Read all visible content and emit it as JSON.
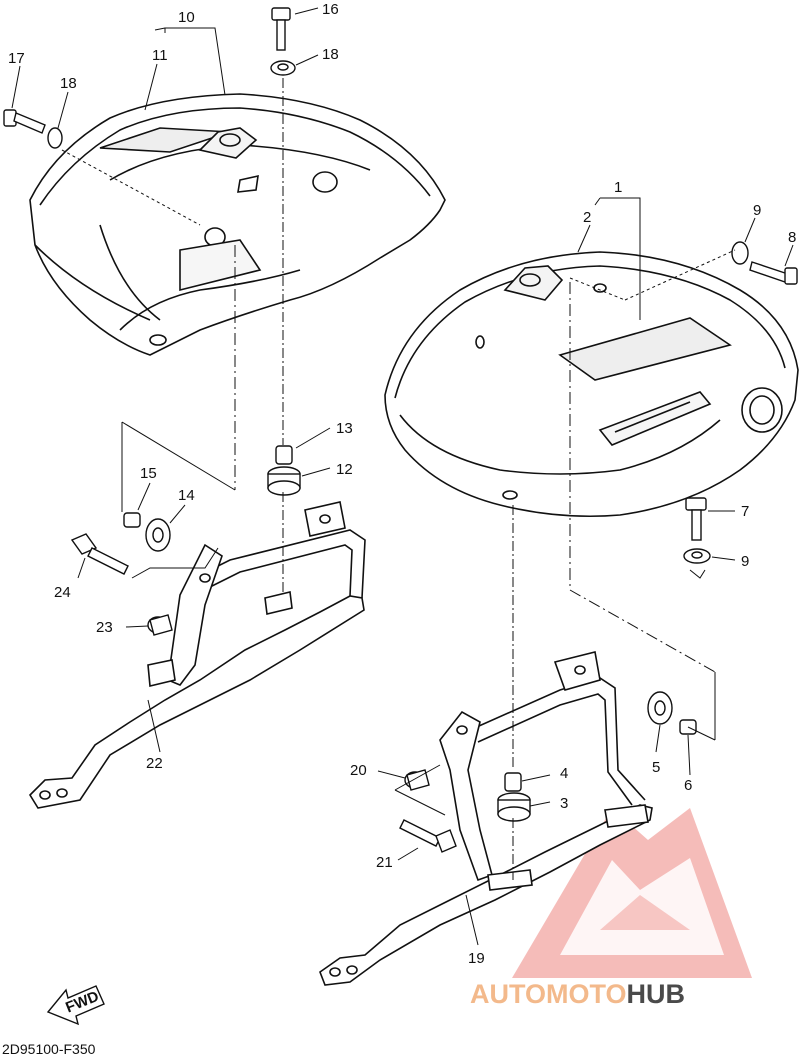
{
  "diagram": {
    "part_numbers": {
      "p1": "1",
      "p2": "2",
      "p3": "3",
      "p4": "4",
      "p5": "5",
      "p6": "6",
      "p7": "7",
      "p8": "8",
      "p9a": "9",
      "p9b": "9",
      "p10": "10",
      "p11": "11",
      "p12": "12",
      "p13": "13",
      "p14": "14",
      "p15": "15",
      "p16": "16",
      "p17": "17",
      "p18a": "18",
      "p18b": "18",
      "p19": "19",
      "p20": "20",
      "p21": "21",
      "p22": "22",
      "p23": "23",
      "p24": "24"
    },
    "direction_label": "FWD",
    "diagram_code": "2D95100-F350"
  },
  "watermark": {
    "brand_part1": "AUTOMOTO",
    "brand_part2": "HUB",
    "color_primary": "#e8423c",
    "color_secondary": "#f3b98b",
    "color_dark": "#3a3a3a"
  }
}
